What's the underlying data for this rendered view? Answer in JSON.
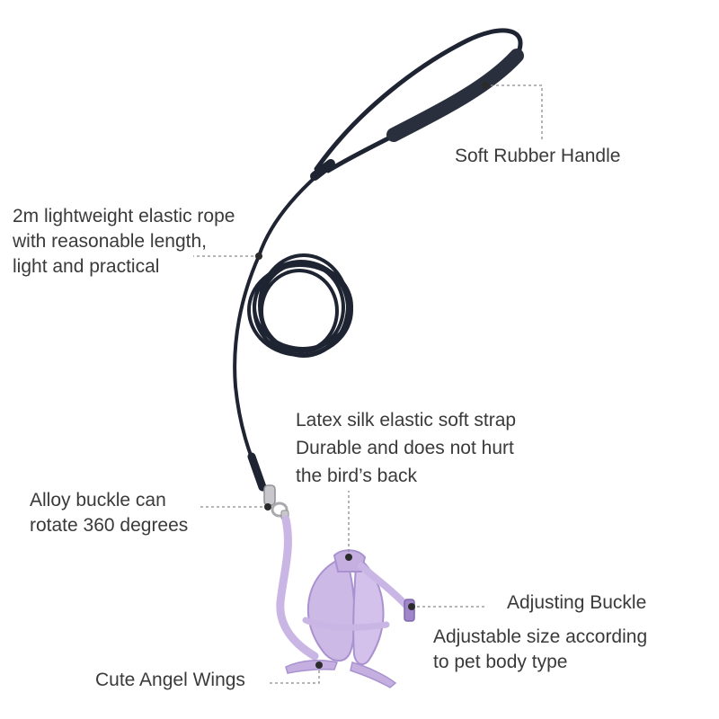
{
  "callouts": {
    "handle": {
      "lines": [
        "Soft Rubber Handle"
      ]
    },
    "rope": {
      "lines": [
        "2m lightweight elastic rope",
        "with reasonable length,",
        "light and practical"
      ]
    },
    "strap": {
      "lines": [
        "Latex silk elastic soft strap",
        "Durable and does not hurt",
        "the bird’s back"
      ]
    },
    "alloy": {
      "lines": [
        "Alloy buckle can",
        "rotate 360 degrees"
      ]
    },
    "adjusting": {
      "lines": [
        "Adjusting Buckle"
      ]
    },
    "adjustable": {
      "lines": [
        "Adjustable size according",
        "to pet body type"
      ]
    },
    "wings": {
      "lines": [
        "Cute Angel Wings"
      ]
    }
  },
  "colors": {
    "text": "#3a3a3a",
    "leader": "#8a8a8a",
    "dot": "#2b2b2b",
    "rope": "#1f2433",
    "harness": "#c9b6e4",
    "harness_dark": "#9e86c9",
    "metal": "#c8c8cc"
  }
}
